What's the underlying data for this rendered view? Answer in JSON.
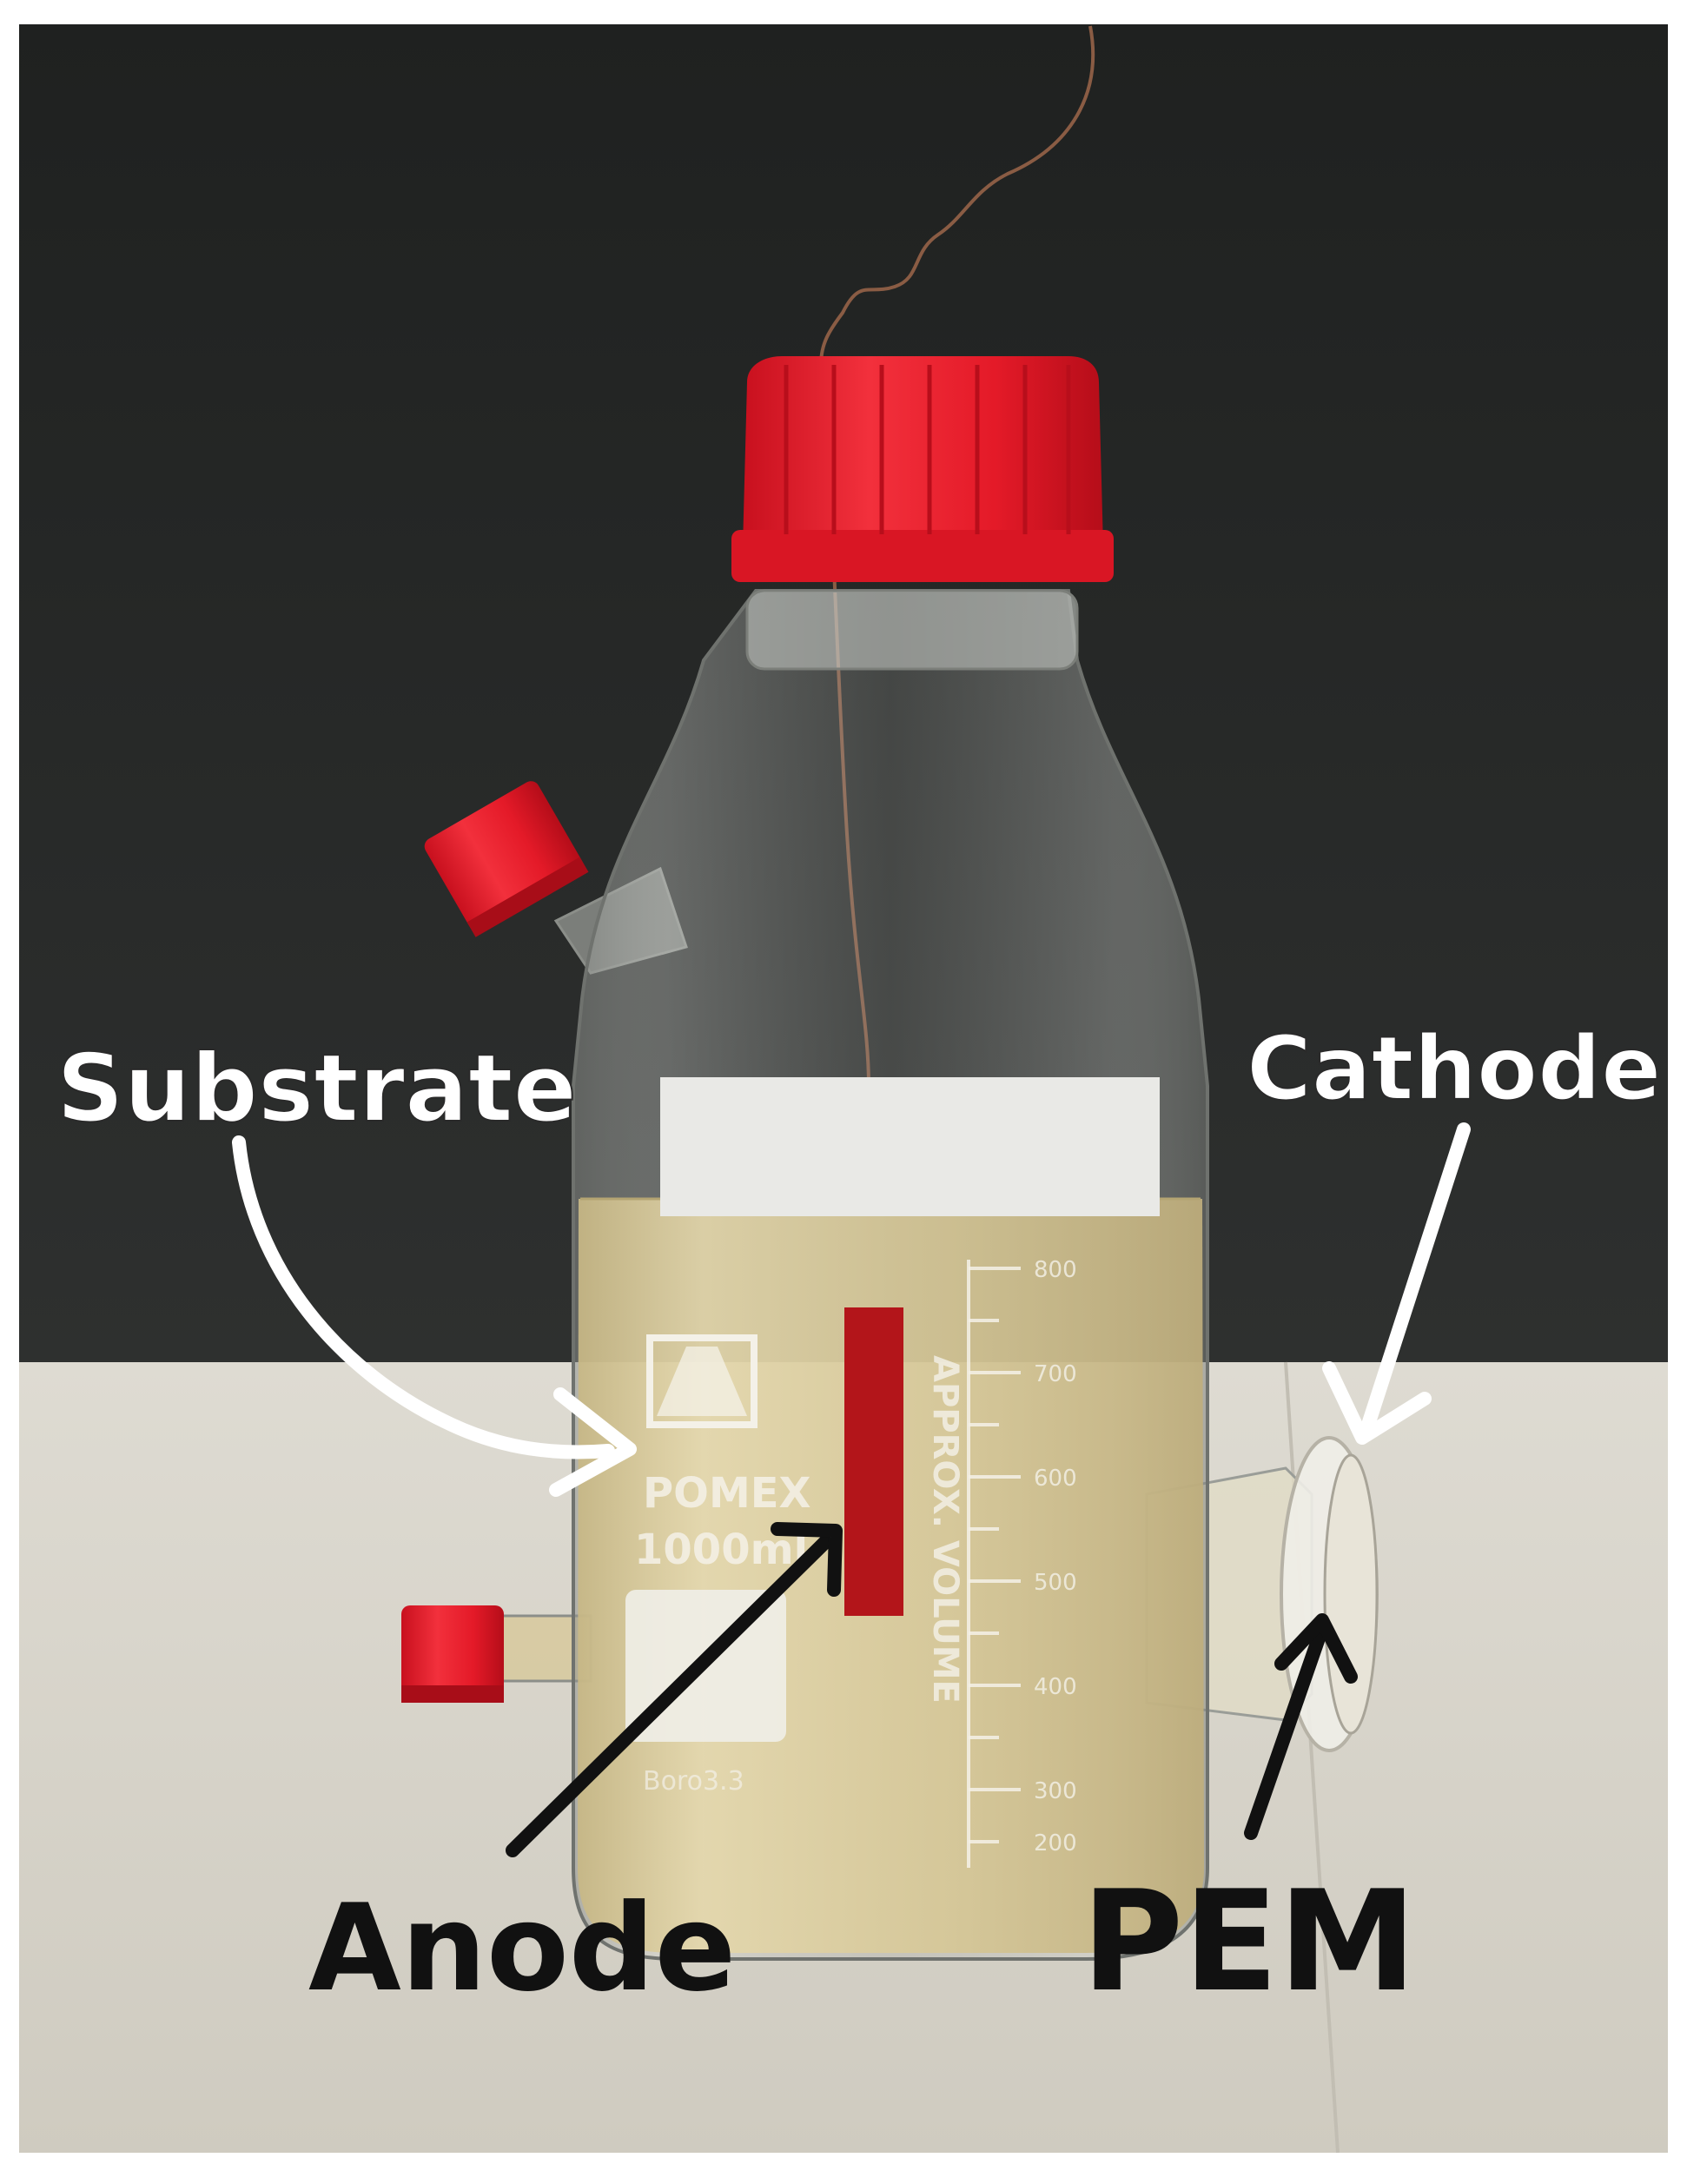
{
  "labels": {
    "substrate": "Substrate",
    "cathode": "Cathode",
    "anode": "Anode",
    "pem": "PEM"
  },
  "bottle_print": {
    "brand": "POMEX",
    "capacity": "1000ml",
    "side_text": "APPROX. VOLUME",
    "graduations": [
      "800",
      "700",
      "600",
      "500",
      "400",
      "300",
      "200"
    ],
    "lower_text": "Boro3.3"
  },
  "colors": {
    "background_dark": "#252726",
    "bench": "#d8d5cc",
    "cap_red": "#ea1c2c",
    "liquid": "#d8c99a",
    "anode_bar": "#b3151a",
    "label_white": "#ffffff",
    "label_black": "#111111"
  }
}
